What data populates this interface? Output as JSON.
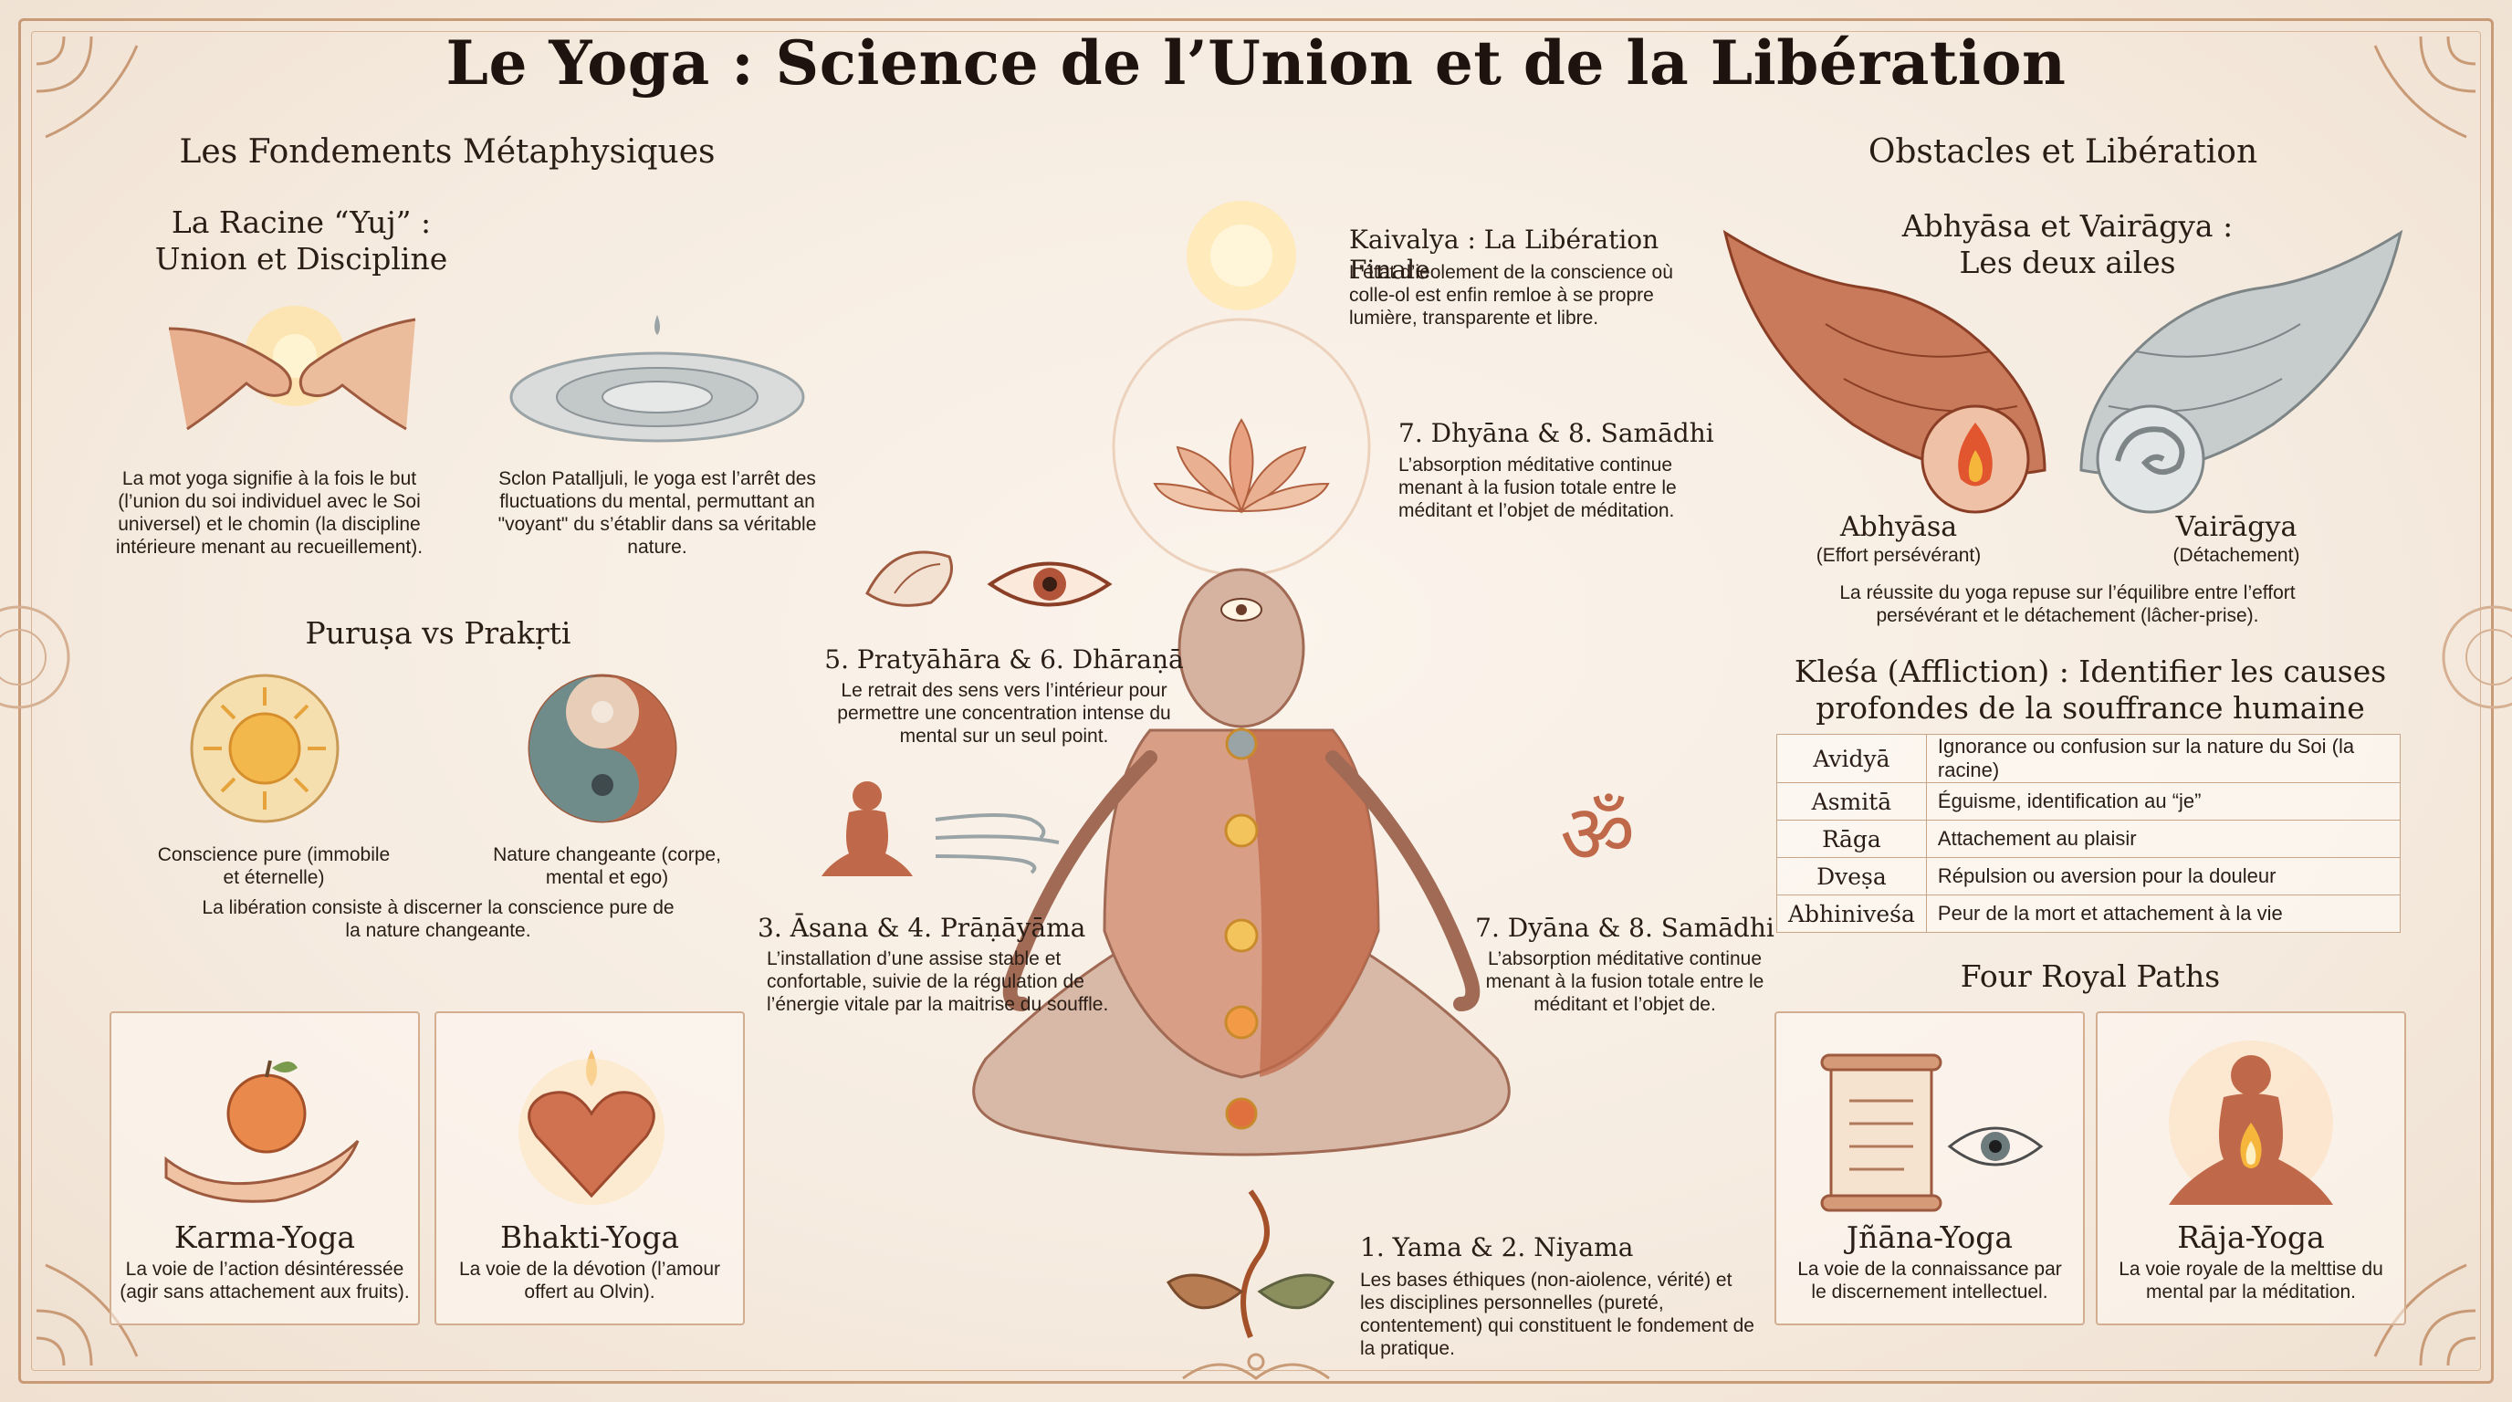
{
  "title": "Le Yoga : Science de l’Union et de la Libération",
  "left": {
    "heading": "Les Fondements Métaphysiques",
    "yuj": {
      "title_line1": "La Racine “Yuj” :",
      "title_line2": "Union et Discipline",
      "text1": "La mot yoga signifie à la fois le but (l’union du soi individuel avec le Soi universel) et le chomin (la discipline intérieure menant au recueillement).",
      "text2": "Sclon Patalljuli, le yoga est l’arrêt des fluctuations du mental, permuttant an \"voyant\" du s’établir dans sa véritable nature."
    },
    "purusa": {
      "title": "Puruṣa vs Prakṛti",
      "purusa_label": "Conscience pure (immobile et éternelle)",
      "prakrti_label": "Nature changeante (corpe, mental et ego)",
      "text": "La libération consiste à discerner la conscience pure de la nature changeante."
    },
    "karma": {
      "title": "Karma-Yoga",
      "text": "La voie de l’action désintéressée (agir sans attachement aux fruits)."
    },
    "bhakti": {
      "title": "Bhakti-Yoga",
      "text": "La voie de la dévotion (l’amour offert au Olvin)."
    }
  },
  "center": {
    "kaivalya": {
      "title": "Kaivalya : La Libération Finale",
      "text": "L’état d’ieolement de la conscience où colle-ol est enfin remloe à se propre lumière, transparente et libre."
    },
    "dhyana_top": {
      "title": "7. Dhyāna & 8. Samādhi",
      "text": "L’absorption méditative continue menant à la fusion totale entre le méditant et l’objet de méditation."
    },
    "pratyahara": {
      "title": "5. Pratyāhāra & 6. Dhāraṇā",
      "text": "Le retrait des sens vers l’intérieur pour permettre une concentration intense du mental sur un seul point."
    },
    "asana": {
      "title": "3. Āsana & 4. Prāṇāyāma",
      "text": "L’installation d’une assise stable et confortable, suivie de la régulation de l’énergie vitale par la maitrise du souffle."
    },
    "dyana_right": {
      "title": "7. Dyāna & 8. Samādhi",
      "text": "L’absorption méditative continue menant à la fusion totale entre le méditant et l’objet de."
    },
    "yama": {
      "title": "1. Yama & 2. Niyama",
      "text": "Les bases éthiques (non-aiolence, vérité) et les disciplines personnelles (pureté, contentement) qui constituent le fondement de la pratique."
    }
  },
  "right": {
    "heading": "Obstacles et Libération",
    "wings": {
      "title_line1": "Abhyāsa et Vairāgya :",
      "title_line2": "Les deux ailes",
      "abhyasa": "Abhyāsa",
      "abhyasa_sub": "(Effort persévérant)",
      "vairagya": "Vairāgya",
      "vairagya_sub": "(Détachement)",
      "text": "La réussite du yoga repuse sur l’équilibre entre l’effort persévérant et le détachement (lâcher-prise)."
    },
    "klesa": {
      "title_line1": "Kleśa (Affliction) : Identifier les causes",
      "title_line2": "profondes de la souffrance humaine",
      "rows": [
        {
          "term": "Avidyā",
          "def": "Ignorance ou confusion sur la nature du Soi (la racine)"
        },
        {
          "term": "Asmitā",
          "def": "Éguisme, identification au “je”"
        },
        {
          "term": "Rāga",
          "def": "Attachement au plaisir"
        },
        {
          "term": "Dveṣa",
          "def": "Répulsion ou aversion pour la douleur"
        },
        {
          "term": "Abhiniveśa",
          "def": "Peur de la mort et attachement à la vie"
        }
      ]
    },
    "paths_heading": "Four Royal Paths",
    "jnana": {
      "title": "Jñāna-Yoga",
      "text": "La voie de la connaissance par le discernement intellectuel."
    },
    "raja": {
      "title": "Rāja-Yoga",
      "text": "La voie royale de la melttise du mental par la méditation."
    }
  },
  "colors": {
    "terracotta": "#c0694a",
    "gold": "#e6a33b",
    "silver": "#9aa3a6",
    "ink": "#2a1d16",
    "border": "#c89a76"
  }
}
